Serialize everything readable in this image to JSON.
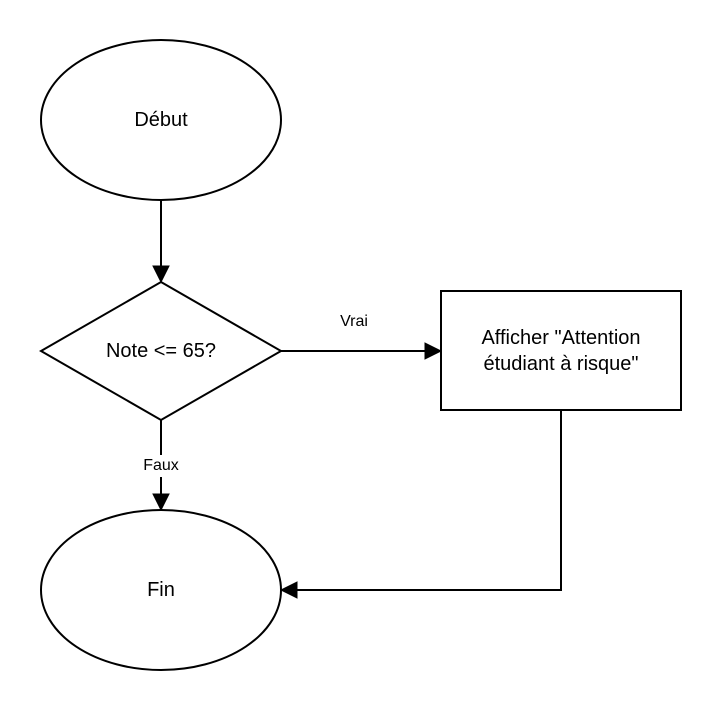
{
  "nodes": {
    "start": {
      "label": "Début"
    },
    "decision": {
      "label": "Note <= 65?"
    },
    "process": {
      "label_line1": "Afficher \"Attention",
      "label_line2": "étudiant à risque\""
    },
    "end": {
      "label": "Fin"
    }
  },
  "edges": {
    "true_label": "Vrai",
    "false_label": "Faux"
  }
}
